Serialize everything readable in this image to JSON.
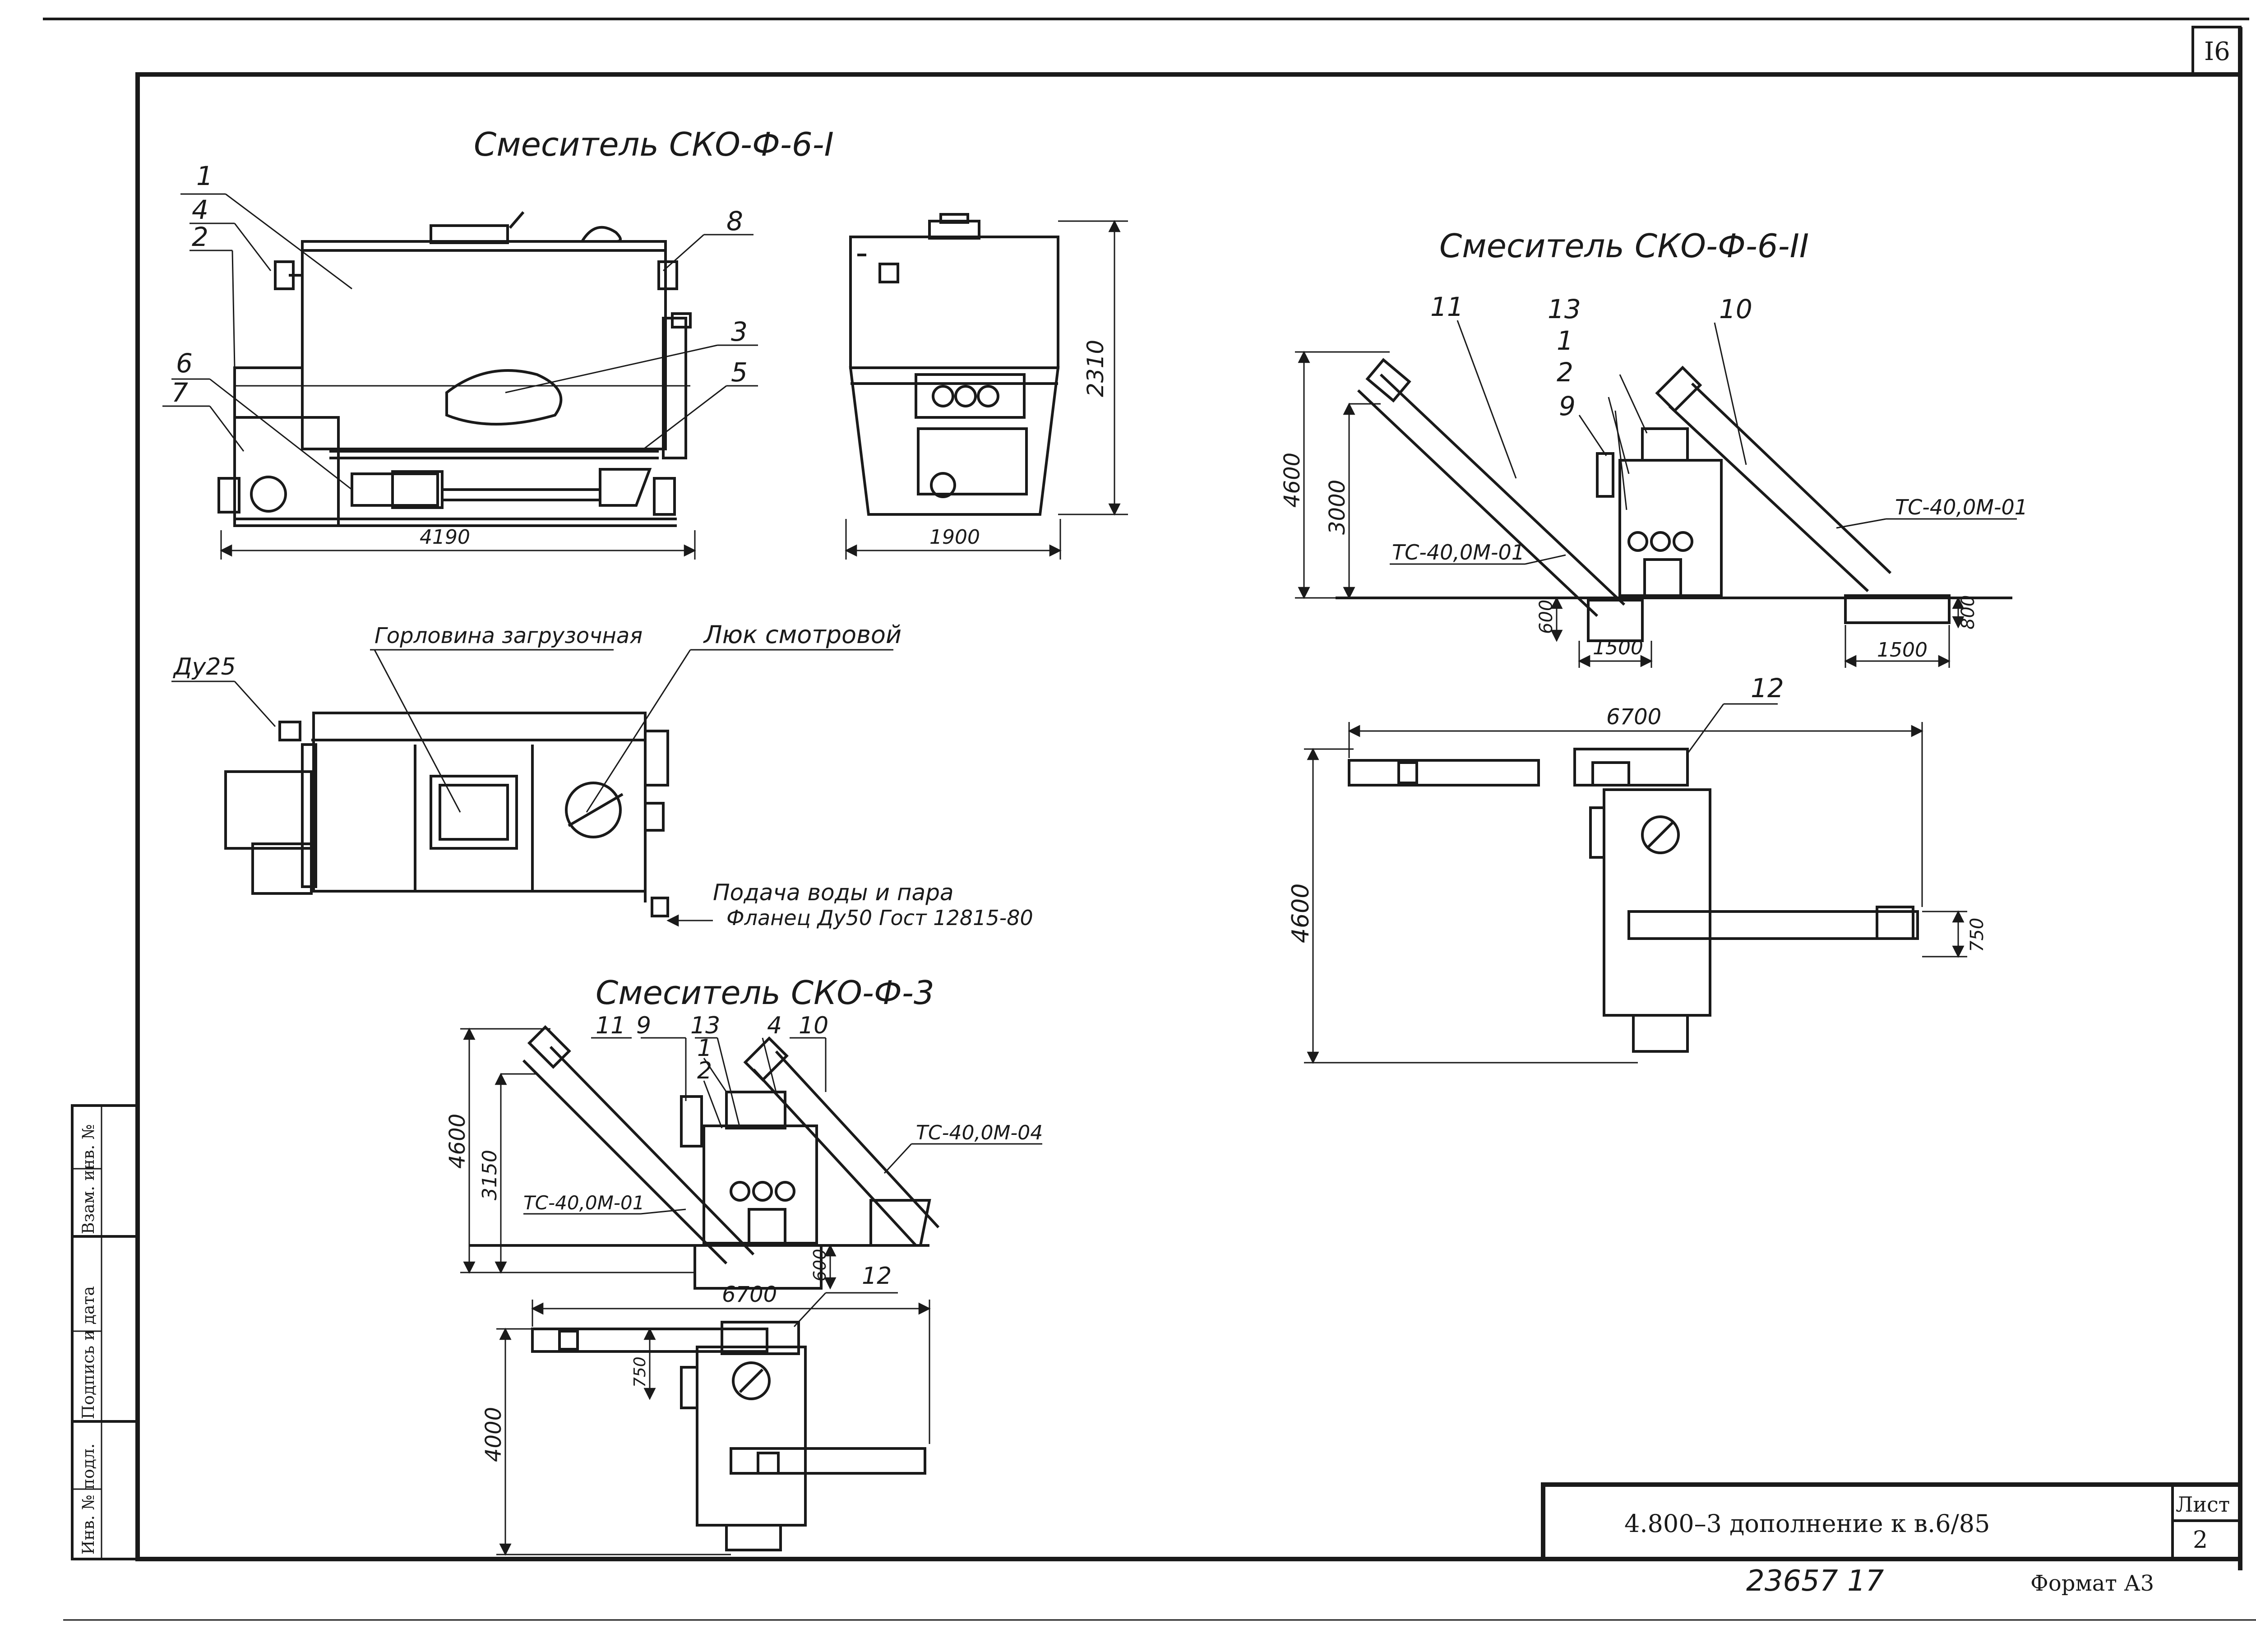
{
  "sheet": {
    "corner_number": "I6",
    "sheet_label": "Лист",
    "sheet_number": "2",
    "designation": "4.800–3  дополнение к в.6/85",
    "doc_number": "23657  17",
    "format": "Формат А3"
  },
  "side_stamp": {
    "c1": "Инв. № подл.",
    "c2": "Подпись и дата",
    "c3": "Взам. инв. №"
  },
  "view1": {
    "title": "Смеситель  СКО-Ф-6-I",
    "width_dim": "4190",
    "height_dim": "2310",
    "end_width_dim": "1900",
    "callouts": {
      "c1": "1",
      "c2": "2",
      "c3": "3",
      "c4": "4",
      "c5": "5",
      "c6": "6",
      "c7": "7",
      "c8": "8"
    }
  },
  "plan1": {
    "label_neck": "Горловина загрузочная",
    "label_hatch": "Люк смотровой",
    "label_du25": "Ду25",
    "label_feed": "Подача воды и пара",
    "label_flange": "Фланец Ду50 Гост 12815-80"
  },
  "view2": {
    "title": "Смеситель  СКО-Ф-6-II",
    "dim_4600": "4600",
    "dim_3000": "3000",
    "dim_600": "600",
    "dim_1500_left": "1500",
    "dim_1500_right": "1500",
    "dim_800": "800",
    "conveyor_left": "ТС-40,0М-01",
    "conveyor_right": "ТС-40,0М-01",
    "callouts": {
      "c1": "1",
      "c2": "2",
      "c9": "9",
      "c10": "10",
      "c11": "11",
      "c13": "13"
    }
  },
  "plan2": {
    "dim_6700": "6700",
    "dim_4600": "4600",
    "dim_750": "750",
    "callout_12": "12"
  },
  "view3": {
    "title": "Смеситель  СКО-Ф-3",
    "dim_4600": "4600",
    "dim_3150": "3150",
    "dim_600": "600",
    "conveyor_left": "ТС-40,0М-01",
    "conveyor_right": "ТС-40,0М-04",
    "callouts": {
      "c1": "1",
      "c2": "2",
      "c4": "4",
      "c9": "9",
      "c10": "10",
      "c11": "11",
      "c13": "13"
    }
  },
  "plan3": {
    "dim_6700": "6700",
    "dim_4000": "4000",
    "dim_750": "750",
    "callout_12": "12"
  }
}
